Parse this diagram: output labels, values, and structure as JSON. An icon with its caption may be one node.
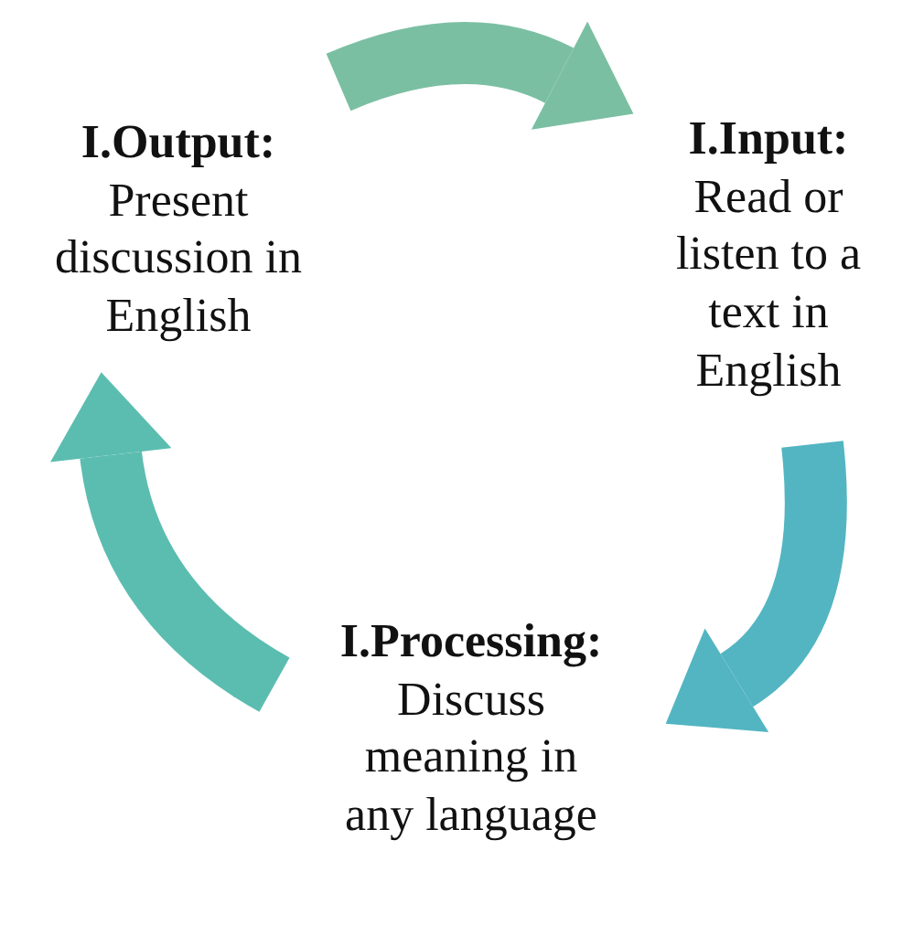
{
  "diagram": {
    "nodes": [
      {
        "text": [
          "I.Output:",
          "Present discussion in English"
        ]
      },
      {
        "text": [
          "I.Input:",
          "Read or listen to a text in English"
        ]
      },
      {
        "text": [
          "I.Processing:",
          "Discuss meaning in any language"
        ]
      }
    ],
    "edges": [
      {
        "from": 0,
        "to": 1,
        "arrow": "to",
        "color": "#7bbfa3"
      },
      {
        "from": 1,
        "to": 2,
        "arrow": "to",
        "color": "#53b5c2"
      },
      {
        "from": 2,
        "to": 0,
        "arrow": "to",
        "color": "#5bbdb0"
      }
    ]
  }
}
